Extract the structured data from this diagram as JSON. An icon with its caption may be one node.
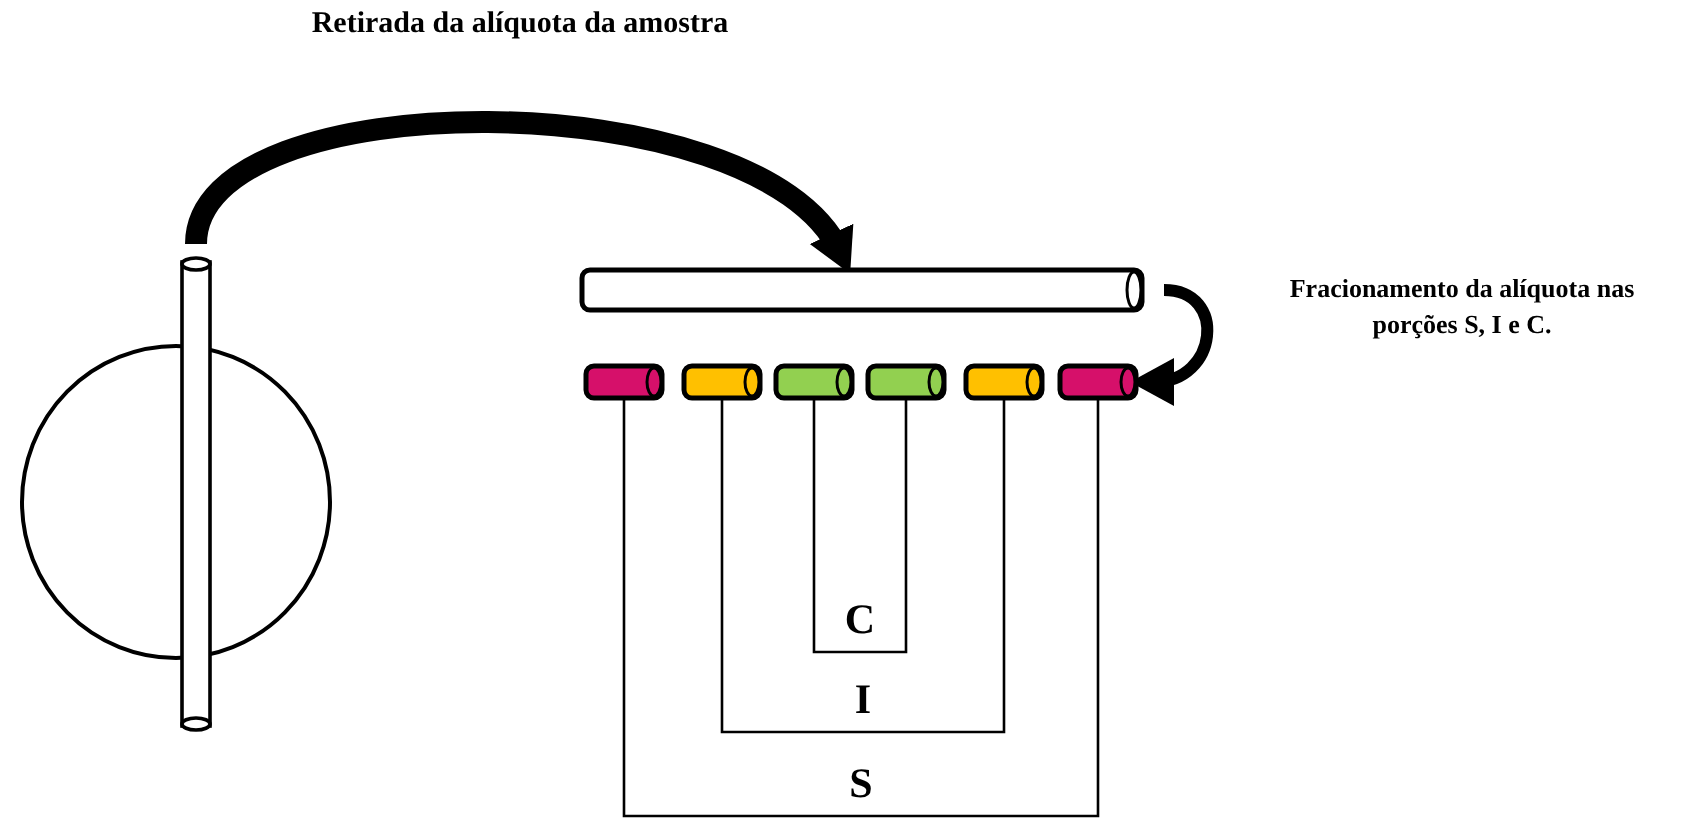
{
  "diagram": {
    "nodes": [
      {
        "text": [],
        "shape": "circle"
      },
      {
        "text": [],
        "shape": "cylinder"
      },
      {
        "text": [],
        "shape": "cylinder"
      },
      {
        "text": [],
        "shape": "cylinder"
      },
      {
        "text": [],
        "shape": "cylinder"
      },
      {
        "text": [],
        "shape": "cylinder"
      },
      {
        "text": [],
        "shape": "cylinder"
      },
      {
        "text": [],
        "shape": "cylinder"
      },
      {
        "text": [],
        "shape": "cylinder"
      }
    ],
    "edges": [
      {
        "from": 1,
        "to": 2,
        "arrow": "to",
        "label": "Retirada da alíquota da amostra",
        "style": "thick"
      },
      {
        "from": 2,
        "to": 8,
        "arrow": "to",
        "label": "Fracionamento da alíquota nas porções S, I e C.",
        "style": "thick"
      },
      {
        "from": 5,
        "to": 6,
        "arrow": "none",
        "label": "C"
      },
      {
        "from": 4,
        "to": 7,
        "arrow": "none",
        "label": "I"
      },
      {
        "from": 3,
        "to": 8,
        "arrow": "none",
        "label": "S"
      }
    ]
  }
}
